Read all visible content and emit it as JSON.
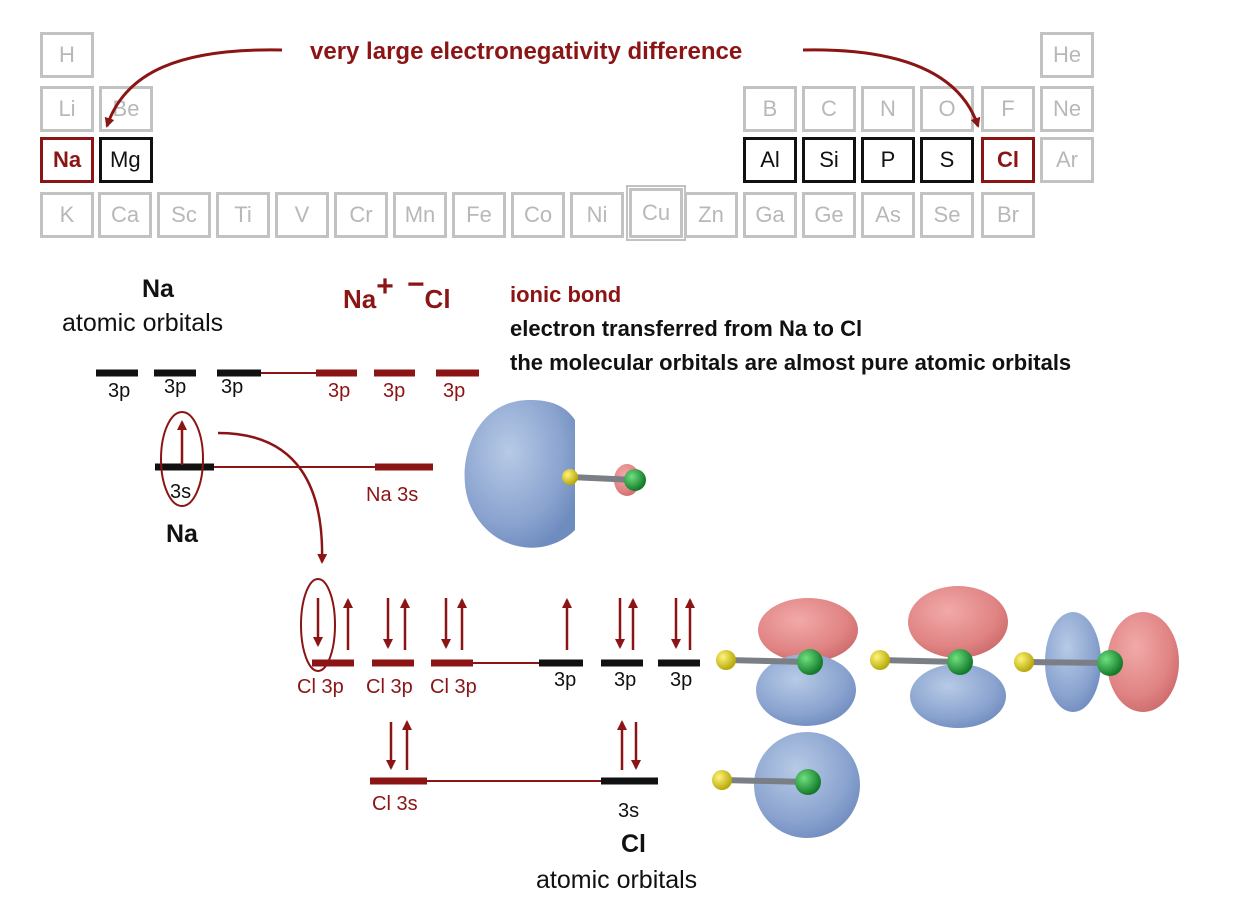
{
  "periodic_table": {
    "row1": [
      "H",
      "He"
    ],
    "row2": [
      "Li",
      "Be",
      "B",
      "C",
      "N",
      "O",
      "F",
      "Ne"
    ],
    "row3": [
      "Na",
      "Mg",
      "Al",
      "Si",
      "P",
      "S",
      "Cl",
      "Ar"
    ],
    "row4": [
      "K",
      "Ca",
      "Sc",
      "Ti",
      "V",
      "Cr",
      "Mn",
      "Fe",
      "Co",
      "Ni",
      "Cu",
      "Zn",
      "Ga",
      "Ge",
      "As",
      "Se",
      "Br"
    ]
  },
  "en_label": "very large electronegativity difference",
  "na_header": {
    "title": "Na",
    "subtitle": "atomic orbitals"
  },
  "ion_pair": {
    "cation": "Na",
    "cation_charge": "+",
    "anion_charge": "−",
    "anion": "Cl"
  },
  "notes": {
    "line1": "ionic bond",
    "line2": "electron transferred from Na to Cl",
    "line3": "the molecular orbitals are almost pure atomic orbitals"
  },
  "levels": {
    "na_3p": [
      "3p",
      "3p",
      "3p"
    ],
    "mo_3p_top": [
      "3p",
      "3p",
      "3p"
    ],
    "na_3s": "3s",
    "na_label": "Na",
    "mo_na3s": "Na 3s",
    "mo_cl3p": [
      "Cl 3p",
      "Cl 3p",
      "Cl 3p"
    ],
    "cl_3p": [
      "3p",
      "3p",
      "3p"
    ],
    "mo_cl3s": "Cl 3s",
    "cl_3s": "3s"
  },
  "cl_footer": {
    "title": "Cl",
    "subtitle": "atomic orbitals"
  },
  "colors": {
    "red": "#8b1414",
    "black": "#111111",
    "grey": "#c2c2c2",
    "lobe_blue": "#8fa9d2",
    "lobe_red": "#df7f7f",
    "atom_green": "#1f9a3c",
    "atom_yellow": "#e3dc1f"
  }
}
